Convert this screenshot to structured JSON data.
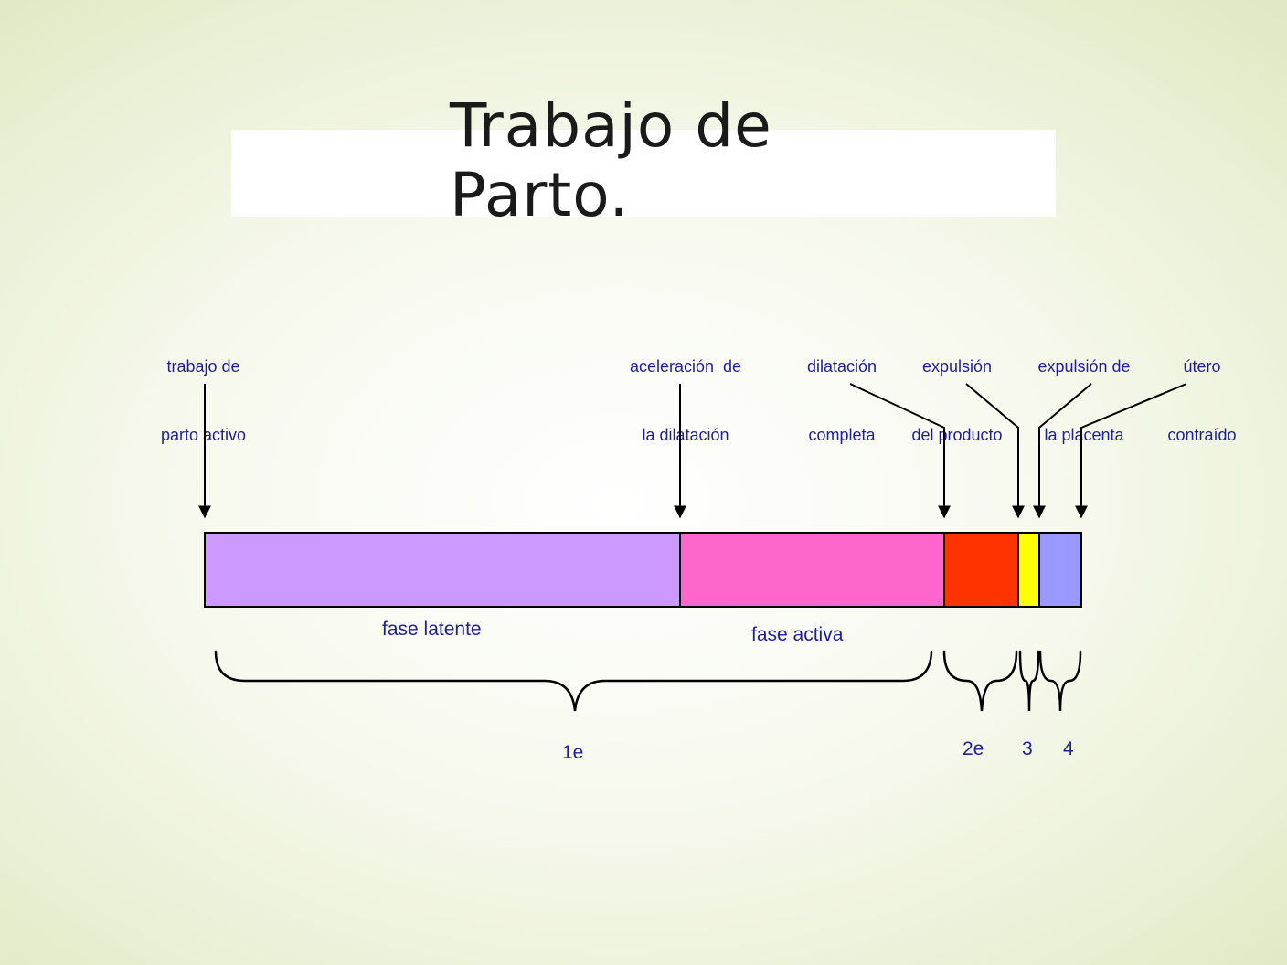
{
  "title": {
    "line1": "Trabajo de",
    "line2": "Parto."
  },
  "top_labels": [
    {
      "line1": "trabajo de",
      "line2": "parto activo"
    },
    {
      "line1": "aceleración  de",
      "line2": "la dilatación"
    },
    {
      "line1": "dilatación",
      "line2": "completa"
    },
    {
      "line1": "expulsión",
      "line2": "del producto"
    },
    {
      "line1": "expulsión de",
      "line2": "la placenta"
    },
    {
      "line1": "útero",
      "line2": "contraído"
    }
  ],
  "phases": {
    "latent": "fase latente",
    "active": "fase activa"
  },
  "stages": {
    "s1": "1e",
    "s2": "2e",
    "s3": "3",
    "s4": "4"
  },
  "colors": {
    "latent": "#cc99ff",
    "active": "#ff66cc",
    "stage2": "#ff3300",
    "stage3": "#ffff00",
    "stage4": "#9999ff",
    "text": "#1f1f9e"
  }
}
